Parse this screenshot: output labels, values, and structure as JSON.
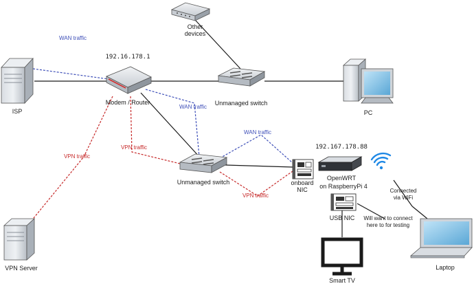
{
  "nodes": {
    "isp": "ISP",
    "modem_router": "Modem / Router",
    "router_ip": "192.16.178.1",
    "other_devices_line1": "Other",
    "other_devices_line2": "devices",
    "switch_top": "Unmanaged switch",
    "pc": "PC",
    "switch_mid": "Unmanaged switch",
    "vpn_server": "VPN Server",
    "openwrt_ip": "192.167.178.88",
    "openwrt_line1": "OpenWRT",
    "openwrt_line2": "on RaspberryPi 4",
    "onboard_nic_line1": "onboard",
    "onboard_nic_line2": "NIC",
    "usb_nic": "USB NIC",
    "smart_tv": "Smart TV",
    "laptop": "Laptop"
  },
  "edges": {
    "wan_isp": "WAN traffic",
    "wan_router_switch": "WAN traffic",
    "wan_switch_nic": "WAN traffic",
    "vpn_router_server": "VPN traffic",
    "vpn_router_switch": "VPN traffic",
    "vpn_switch_nic": "VPN traffic"
  },
  "notes": {
    "wifi_line1": "Connected",
    "wifi_line2": "via WiFi",
    "test_line1": "Will want to connect",
    "test_line2": "here to for testing"
  },
  "colors": {
    "wan": "#3e4fb8",
    "vpn": "#c62828",
    "wired": "#1a1a1a",
    "wifi": "#1e88e5"
  }
}
